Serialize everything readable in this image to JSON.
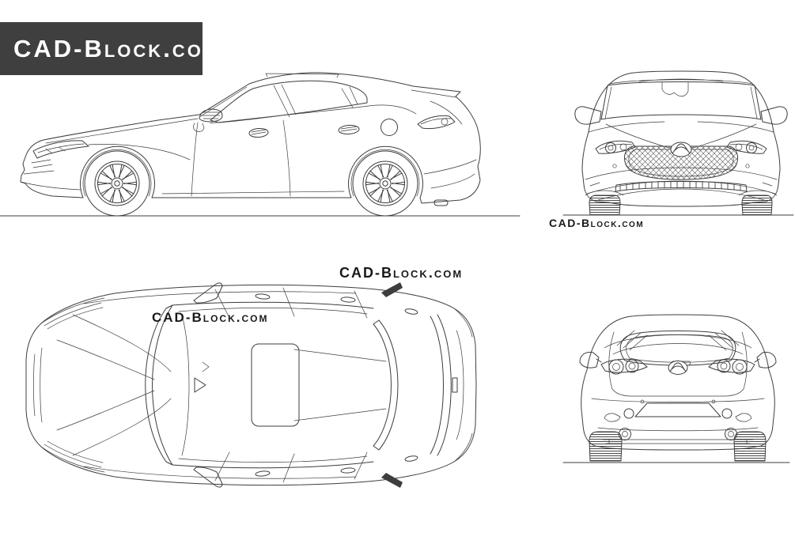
{
  "logo": {
    "text": "CAD-Block.com"
  },
  "watermarks": {
    "center": "CAD-Block.com",
    "top_view": "CAD-Block.com",
    "front_view": "CAD-Block.com"
  },
  "colors": {
    "background": "#ffffff",
    "line": "#3d3d3d",
    "logo_bg": "#3f3f3f",
    "logo_text": "#ffffff",
    "watermark_text": "#1a1a1a"
  }
}
